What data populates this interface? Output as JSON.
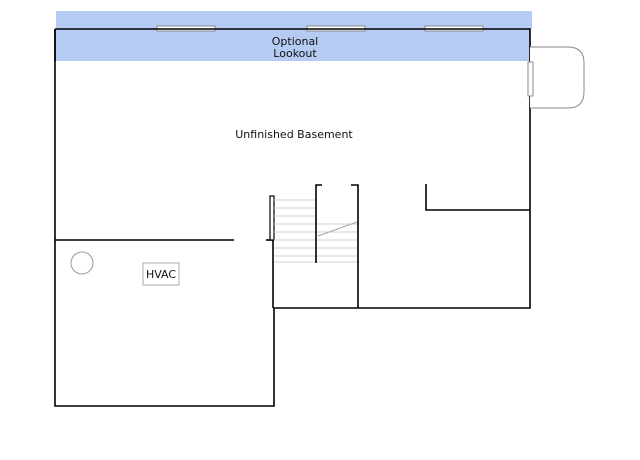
{
  "labels": {
    "lookout_line1": "Optional",
    "lookout_line2": "Lookout",
    "main_room": "Unfinished Basement",
    "hvac": "HVAC"
  },
  "colors": {
    "lookout_fill": "#b5cbf3",
    "wall": "#000000",
    "tread": "#d0d0d0",
    "window": "#ffffff"
  }
}
